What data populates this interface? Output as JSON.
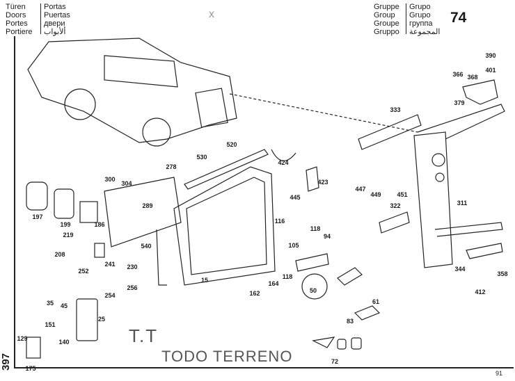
{
  "header": {
    "left_col1": [
      "Türen",
      "Doors",
      "Portes",
      "Portiere"
    ],
    "left_col2": [
      "Portas",
      "Puertas",
      "двери",
      "ألأبواب"
    ],
    "right_col1": [
      "Gruppe",
      "Group",
      "Groupe",
      "Gruppo"
    ],
    "right_col2": [
      "Grupo",
      "Grupo",
      "группа",
      "المجموعة"
    ],
    "group_number": "74",
    "handmark": "x"
  },
  "parts": [
    "390",
    "366",
    "368",
    "401",
    "379",
    "333",
    "520",
    "530",
    "278",
    "424",
    "423",
    "300",
    "304",
    "447",
    "449",
    "451",
    "445",
    "289",
    "322",
    "311",
    "197",
    "199",
    "186",
    "116",
    "118",
    "94",
    "219",
    "105",
    "540",
    "208",
    "241",
    "252",
    "230",
    "344",
    "358",
    "118",
    "164",
    "50",
    "254",
    "256",
    "15",
    "412",
    "162",
    "61",
    "35",
    "45",
    "25",
    "83",
    "151",
    "129",
    "140",
    "72",
    "175"
  ],
  "stamp": {
    "line1": "T.T",
    "line2": "TODO TERRENO"
  },
  "page": {
    "side_number": "397",
    "page_number": "91"
  }
}
